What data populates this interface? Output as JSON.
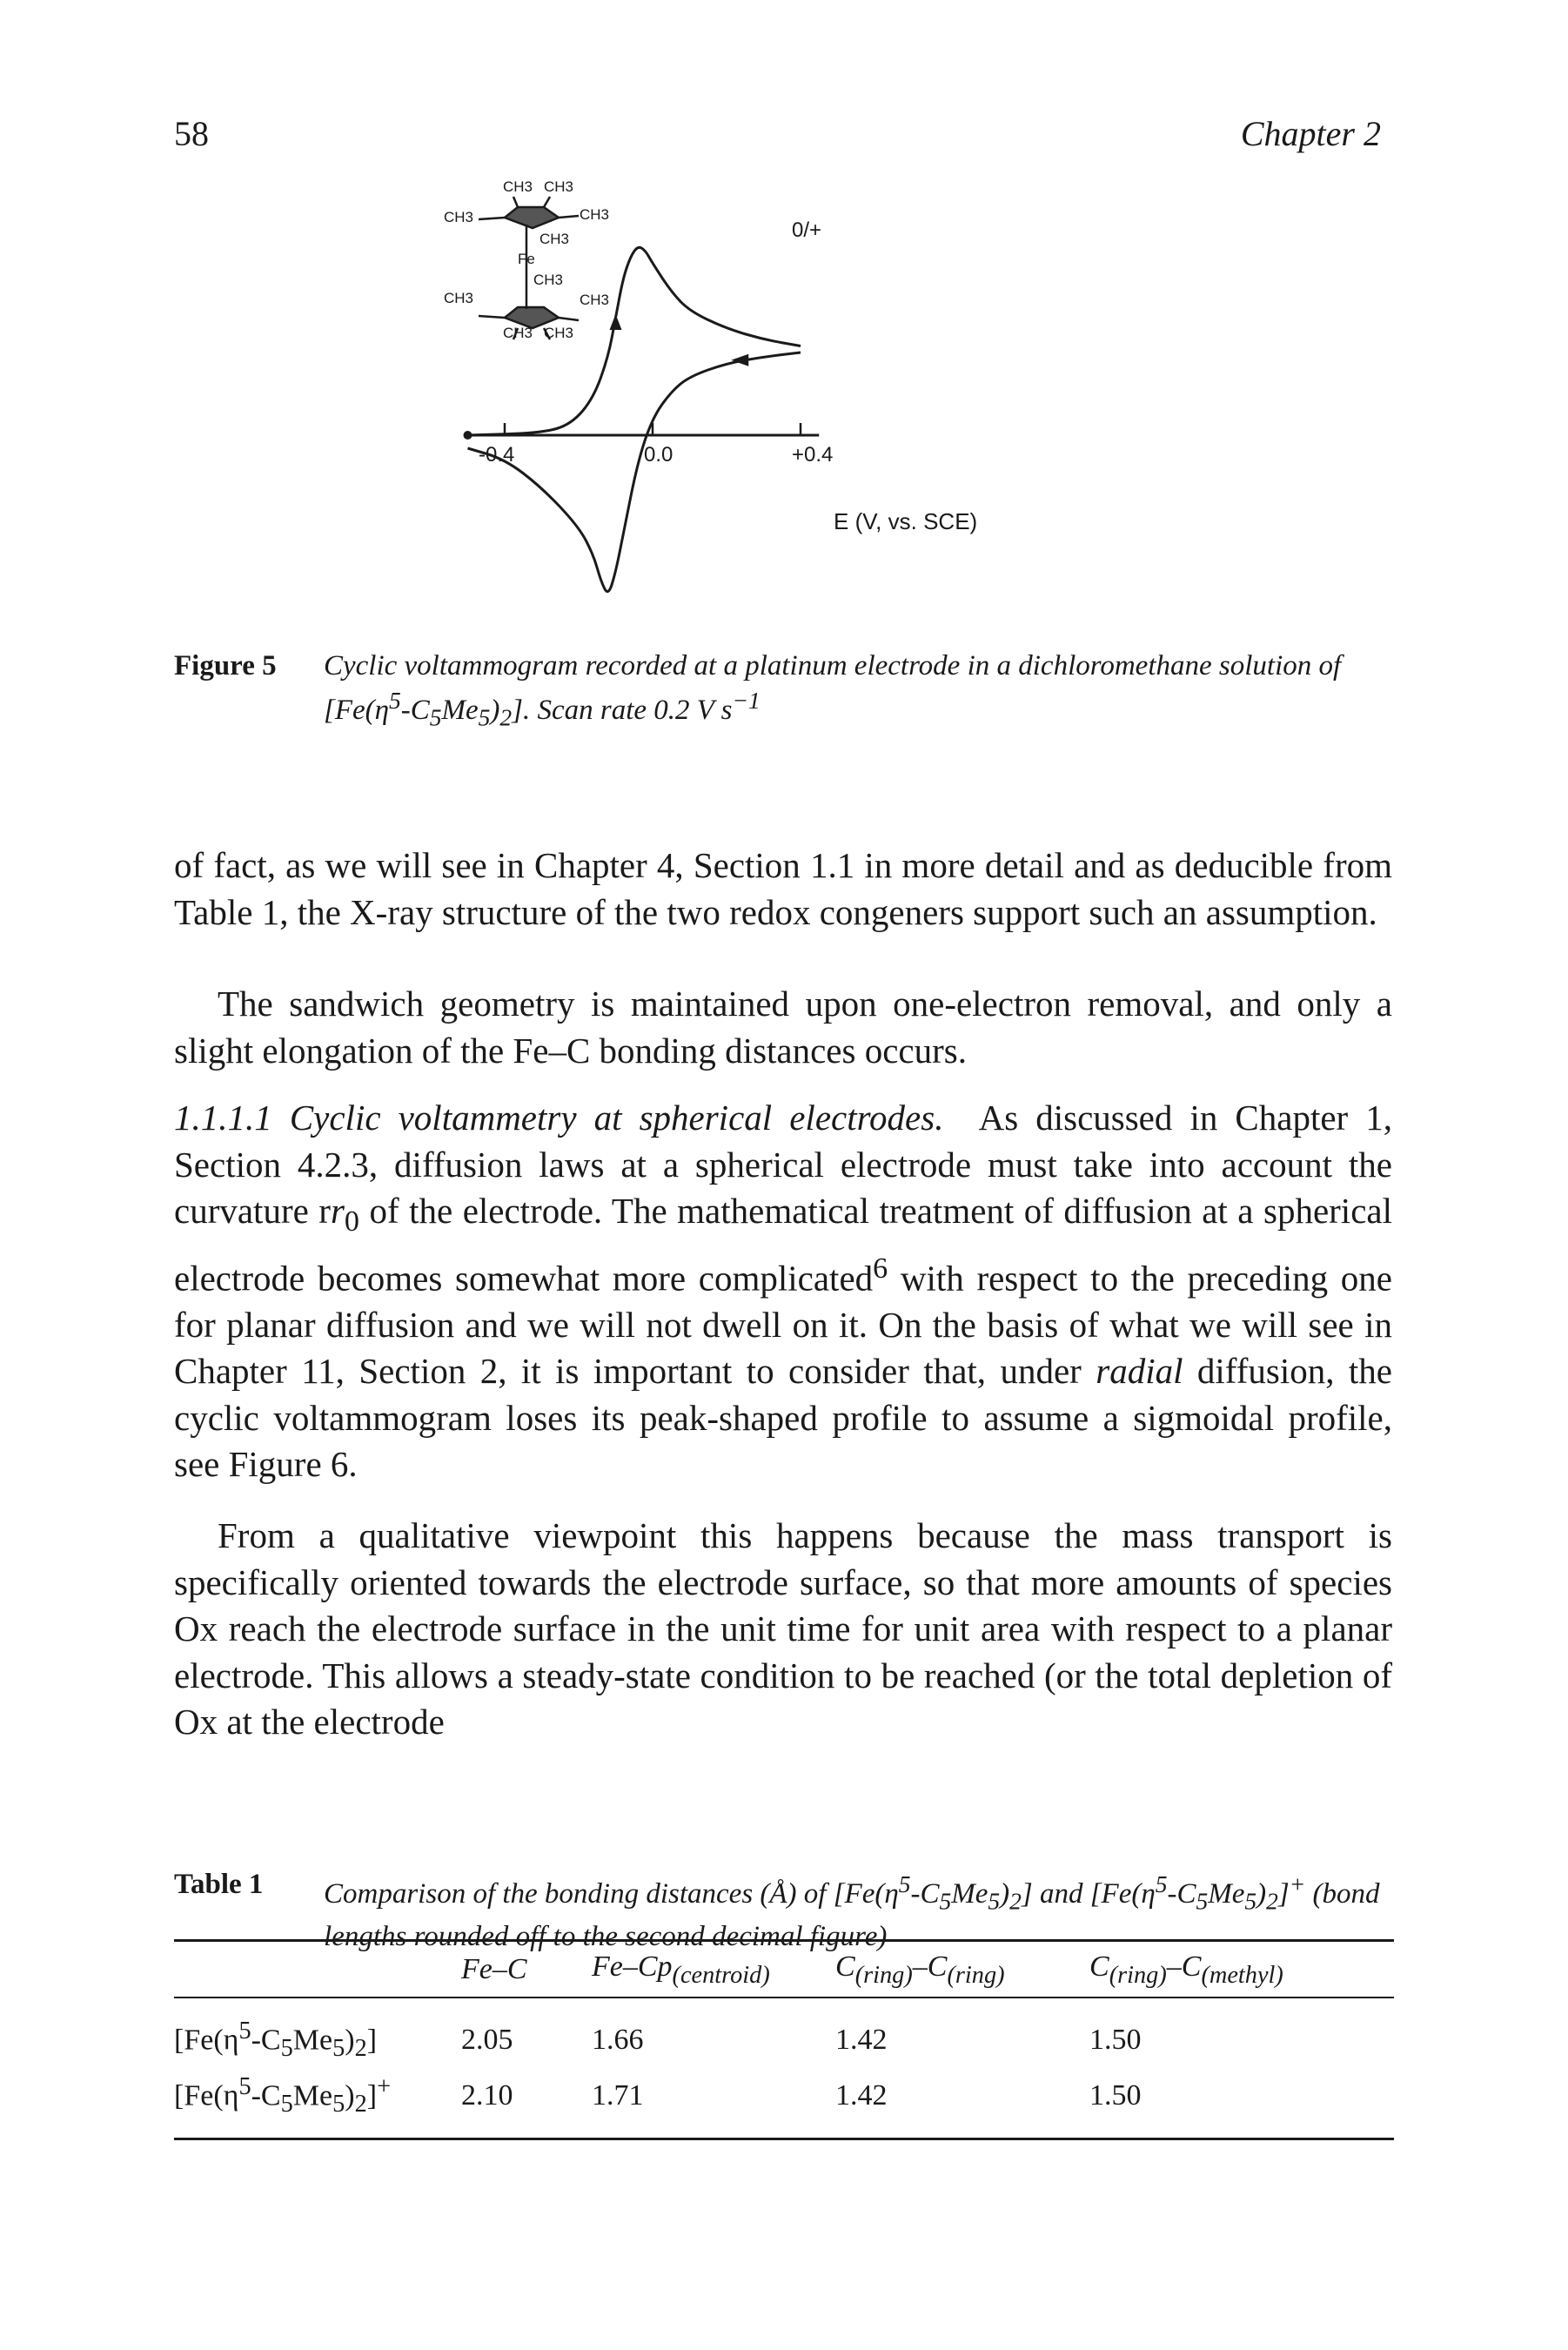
{
  "header": {
    "page_number": "58",
    "running_head": "Chapter 2"
  },
  "figure": {
    "label": "Figure 5",
    "caption": "Cyclic voltammogram recorded at a platinum electrode in a dichloromethane solution of [Fe(η5-C5Me5)2]. Scan rate 0.2 V s−1",
    "molecule_labels": [
      "CH3",
      "CH3",
      "CH3",
      "CH3",
      "CH3",
      "Fe",
      "CH3",
      "CH3",
      "CH3",
      "CH3",
      "CH3"
    ],
    "couple_label": "0/+",
    "tick_labels": [
      "-0.4",
      "0.0",
      "+0.4"
    ],
    "axis_label": "E (V, vs. SCE)"
  },
  "chart_data": {
    "type": "line",
    "xlabel": "E (V, vs. SCE)",
    "xlim": [
      -0.5,
      0.45
    ],
    "x_ticks": [
      -0.4,
      0.0,
      0.4
    ],
    "grid": false,
    "series": [
      {
        "name": "0/+",
        "x": [
          -0.5,
          -0.3,
          -0.22,
          -0.16,
          -0.12,
          -0.1,
          -0.08,
          -0.06,
          -0.04,
          -0.02,
          0.0,
          0.05,
          0.1,
          0.2,
          0.3,
          0.4
        ],
        "y": [
          0.0,
          0.01,
          0.05,
          0.17,
          0.36,
          0.54,
          0.72,
          0.82,
          0.87,
          0.85,
          0.79,
          0.66,
          0.57,
          0.49,
          0.44,
          0.41
        ]
      },
      {
        "name": "",
        "x": [
          0.4,
          0.3,
          0.2,
          0.1,
          0.05,
          0.0,
          -0.04,
          -0.08,
          -0.1,
          -0.12,
          -0.14,
          -0.16,
          -0.2,
          -0.3,
          -0.4,
          -0.5
        ],
        "y": [
          0.38,
          0.36,
          0.33,
          0.27,
          0.2,
          0.08,
          -0.12,
          -0.46,
          -0.63,
          -0.74,
          -0.67,
          -0.55,
          -0.42,
          -0.24,
          -0.11,
          -0.06
        ]
      }
    ]
  },
  "paragraphs": [
    "of fact, as we will see in Chapter 4, Section 1.1 in more detail and as deducible from Table 1, the X-ray structure of the two redox congeners support such an assumption.",
    "The sandwich geometry is maintained upon one-electron removal, and only a slight elongation of the Fe–C bonding distances occurs."
  ],
  "section": {
    "title": "1.1.1.1 Cyclic voltammetry at spherical electrodes.",
    "text_1": "As discussed in Chapter 1, Section 4.2.3, diffusion laws at a spherical electrode must take into account the curvature r",
    "r0_sub": "0",
    "text_2": " of the electrode. The mathematical treatment of diffusion at a spherical electrode becomes somewhat more complicated",
    "ref": "6",
    "text_3": " with respect to the preceding one for planar diffusion and we will not dwell on it. On the basis of what we will see in Chapter 11, Section 2, it is important to consider that, under ",
    "emph": "radial",
    "text_4": " diffusion, the cyclic voltammogram loses its peak-shaped profile to assume a sigmoidal profile, see Figure 6."
  },
  "paragraph_final": "From a qualitative viewpoint this happens because the mass transport is specifically oriented towards the electrode surface, so that more amounts of species Ox reach the electrode surface in the unit time for unit area with respect to a planar electrode. This allows a steady-state condition to be reached (or the total depletion of Ox at the electrode",
  "table": {
    "label": "Table 1",
    "caption": "Comparison of the bonding distances (Å) of [Fe(η5-C5Me5)2] and [Fe(η5-C5Me5)2]+ (bond lengths rounded off to the second decimal figure)",
    "headers": [
      "",
      "Fe–C",
      "Fe–Cp(centroid)",
      "C(ring)–C(ring)",
      "C(ring)–C(methyl)"
    ],
    "rows": [
      [
        "[Fe(η5-C5Me5)2]",
        "2.05",
        "1.66",
        "1.42",
        "1.50"
      ],
      [
        "[Fe(η5-C5Me5)2]+",
        "2.10",
        "1.71",
        "1.42",
        "1.50"
      ]
    ]
  }
}
